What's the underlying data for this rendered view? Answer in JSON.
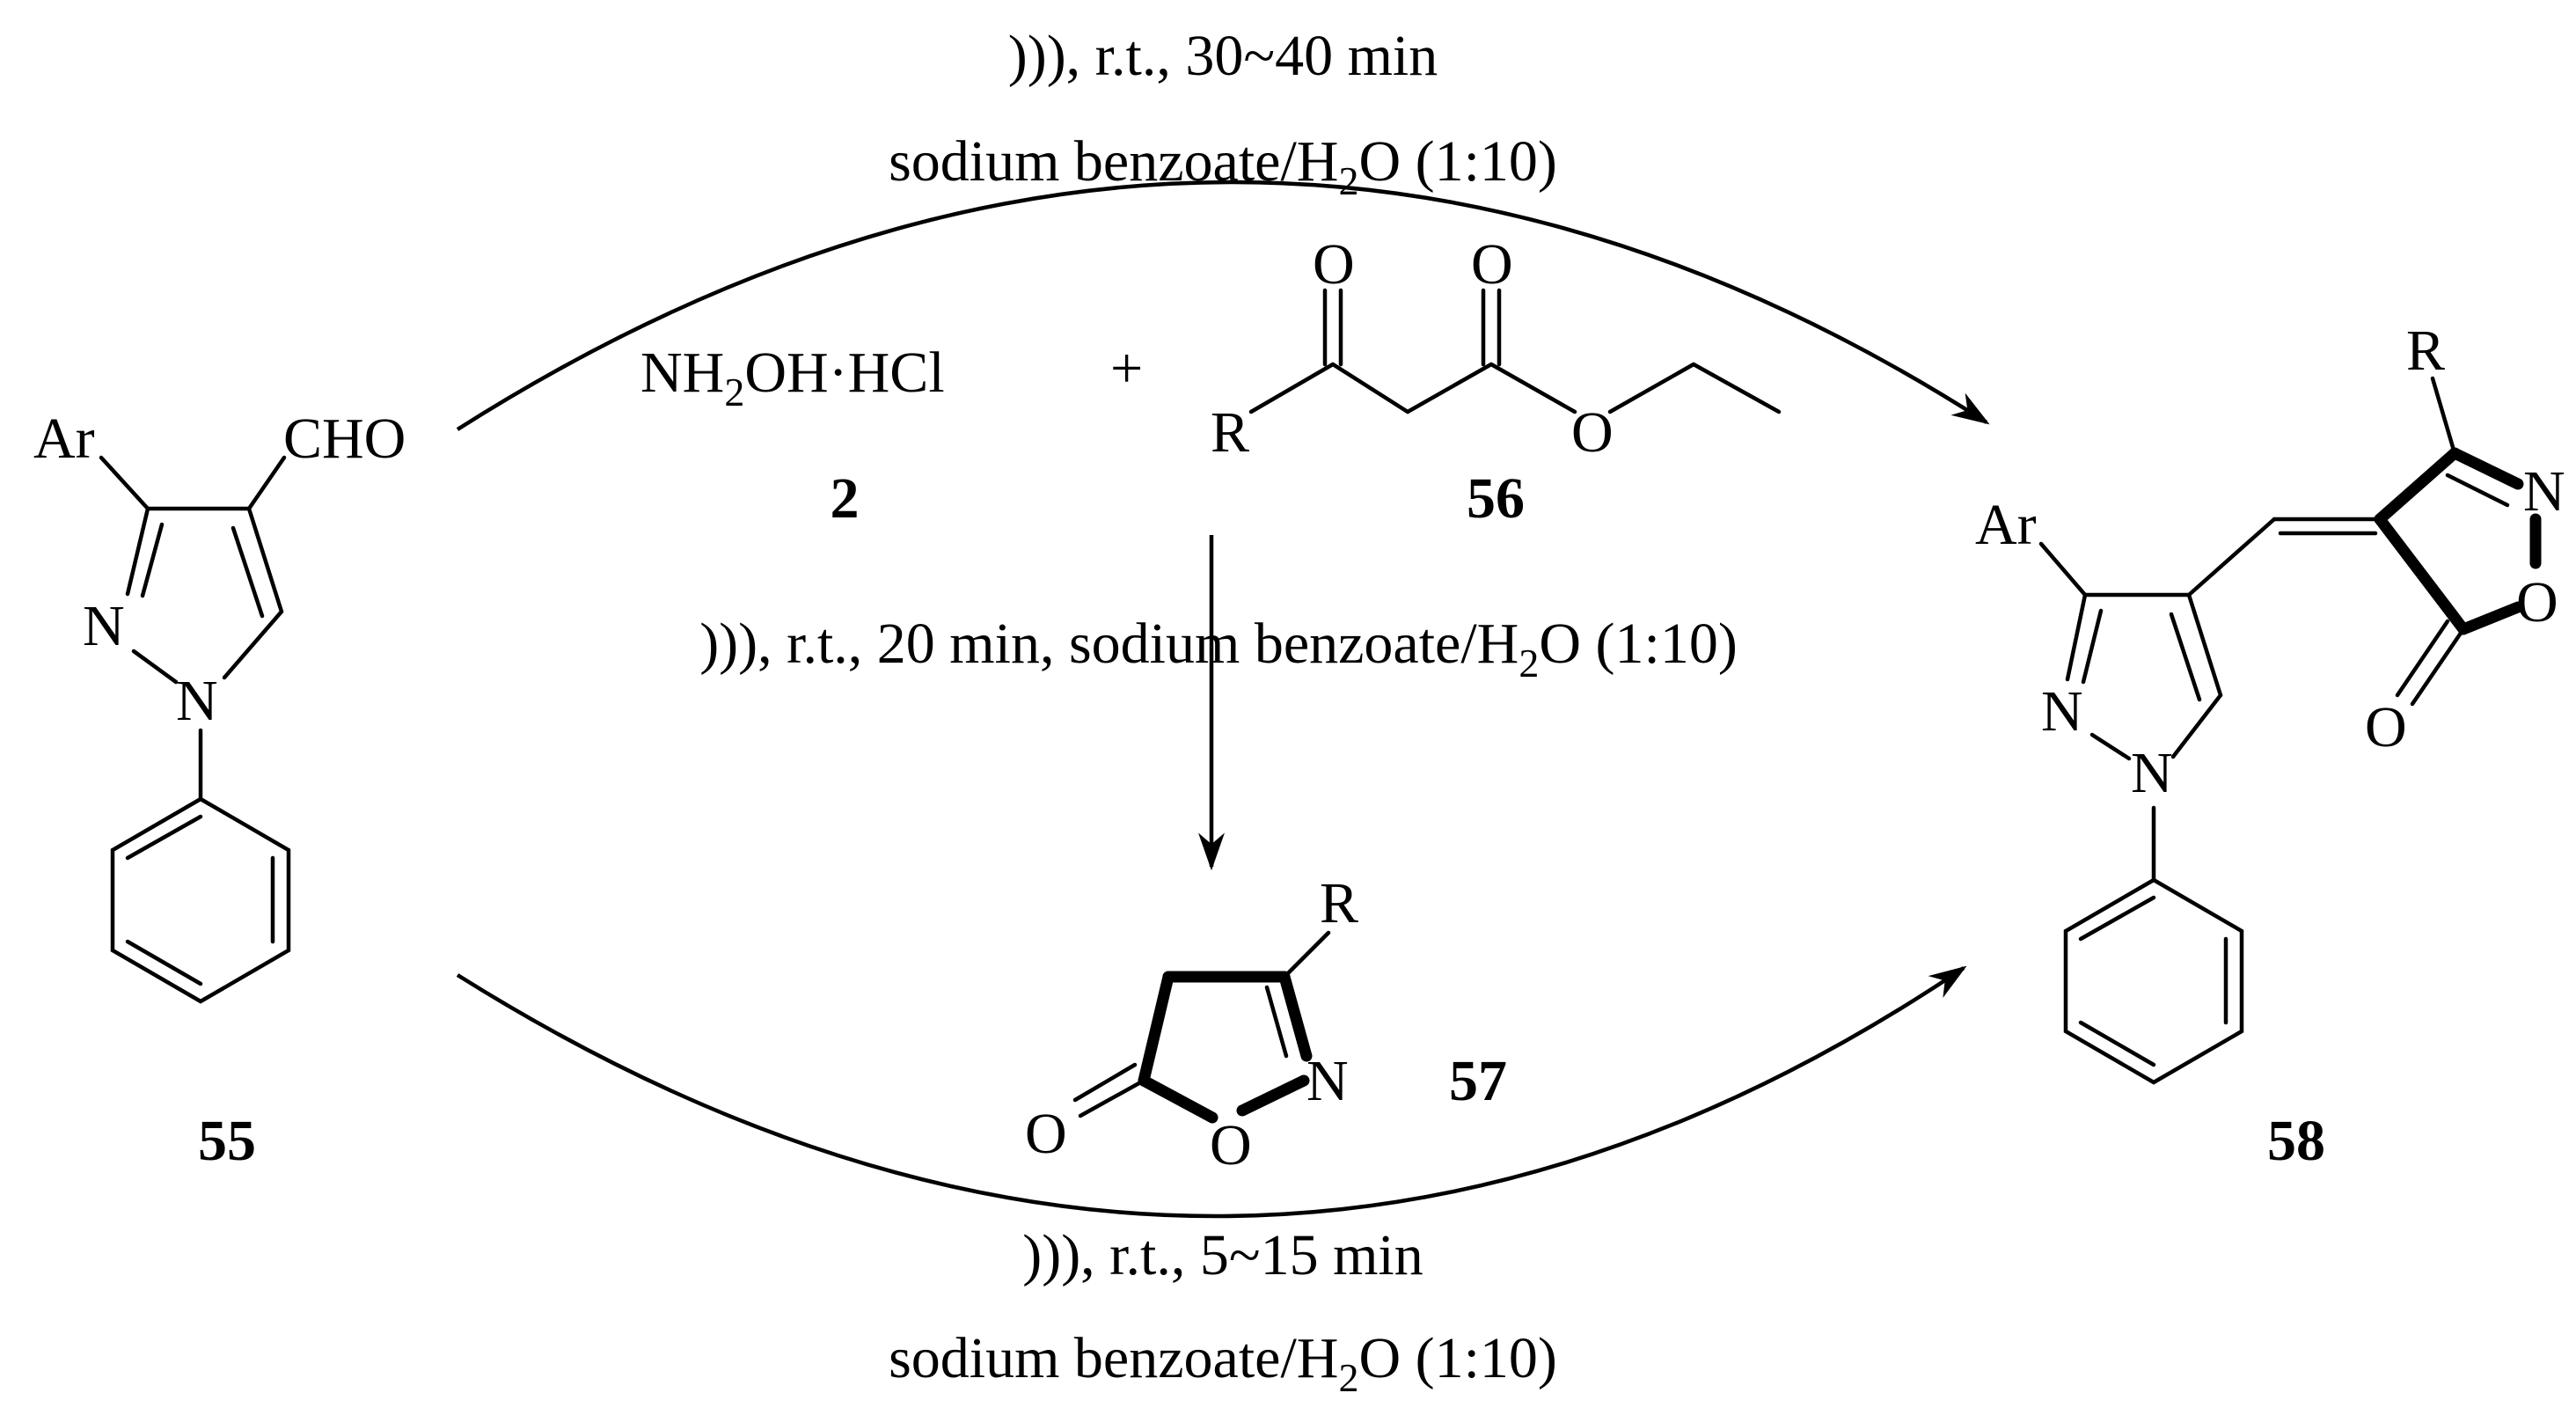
{
  "conditions": {
    "top_line1": "))), r.t., 30~40 min",
    "top_line2_pre": "sodium benzoate/H",
    "top_line2_sub": "2",
    "top_line2_post": "O (1:10)",
    "middle_pre": "))), r.t., 20 min, sodium benzoate/H",
    "middle_sub": "2",
    "middle_post": "O (1:10)",
    "bottom_line1": "))), r.t., 5~15 min",
    "bottom_line2_pre": "sodium benzoate/H",
    "bottom_line2_sub": "2",
    "bottom_line2_post": "O (1:10)"
  },
  "reagents": {
    "hydroxylamine_pre": "NH",
    "hydroxylamine_sub": "2",
    "hydroxylamine_post": "OH·HCl",
    "plus": "+"
  },
  "compounds": {
    "c2": "2",
    "c55": "55",
    "c56": "56",
    "c57": "57",
    "c58": "58"
  },
  "atoms": {
    "ar": "Ar",
    "cho": "CHO",
    "n": "N",
    "r": "R",
    "o": "O"
  }
}
